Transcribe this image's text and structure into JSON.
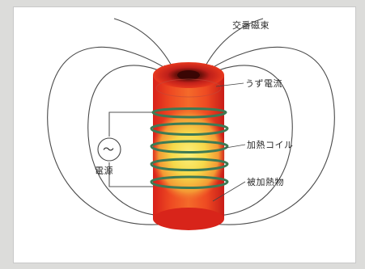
{
  "labels": {
    "alternating_flux": "交番磁束",
    "eddy_current": "うず電流",
    "heating_coil": "加熱コイル",
    "workpiece": "被加熱物",
    "power_source": "電源"
  },
  "source_symbol": "〜",
  "colors": {
    "background": "#dcdcda",
    "panel": "#ffffff",
    "field_lines": "#4a4a4a",
    "coil": "#3d7a54",
    "cylinder_outer": "#e8301e",
    "cylinder_hot": "#f7e04a",
    "cylinder_top": "#d8241a",
    "cylinder_hole": "#5a0c08"
  }
}
